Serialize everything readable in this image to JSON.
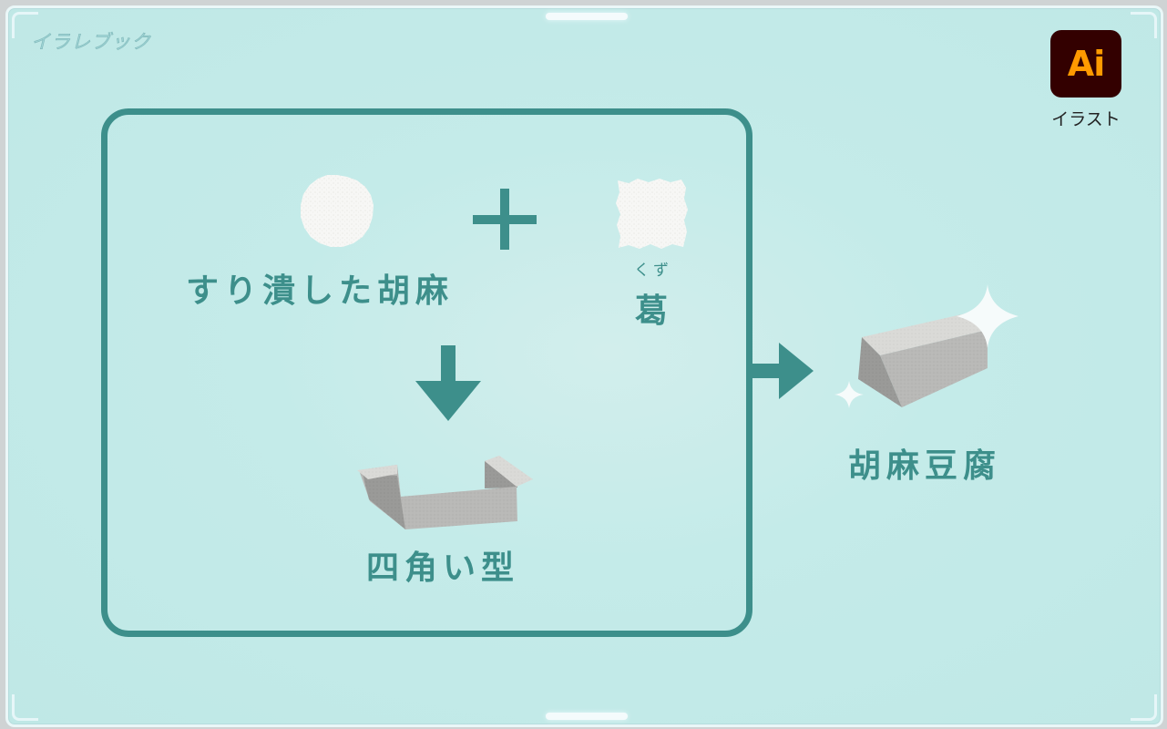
{
  "brand": "イラレブック",
  "badge": {
    "logo_text": "Ai",
    "caption": "イラスト"
  },
  "diagram": {
    "sesame_label": "すり潰した胡麻",
    "kudzu_reading": "くず",
    "kudzu_label": "葛",
    "mold_label": "四角い型",
    "result_label": "胡麻豆腐"
  },
  "colors": {
    "background": "#c2eae8",
    "accent": "#3d8f8b",
    "ai_logo_bg": "#330000",
    "ai_logo_text": "#ff9a00"
  }
}
